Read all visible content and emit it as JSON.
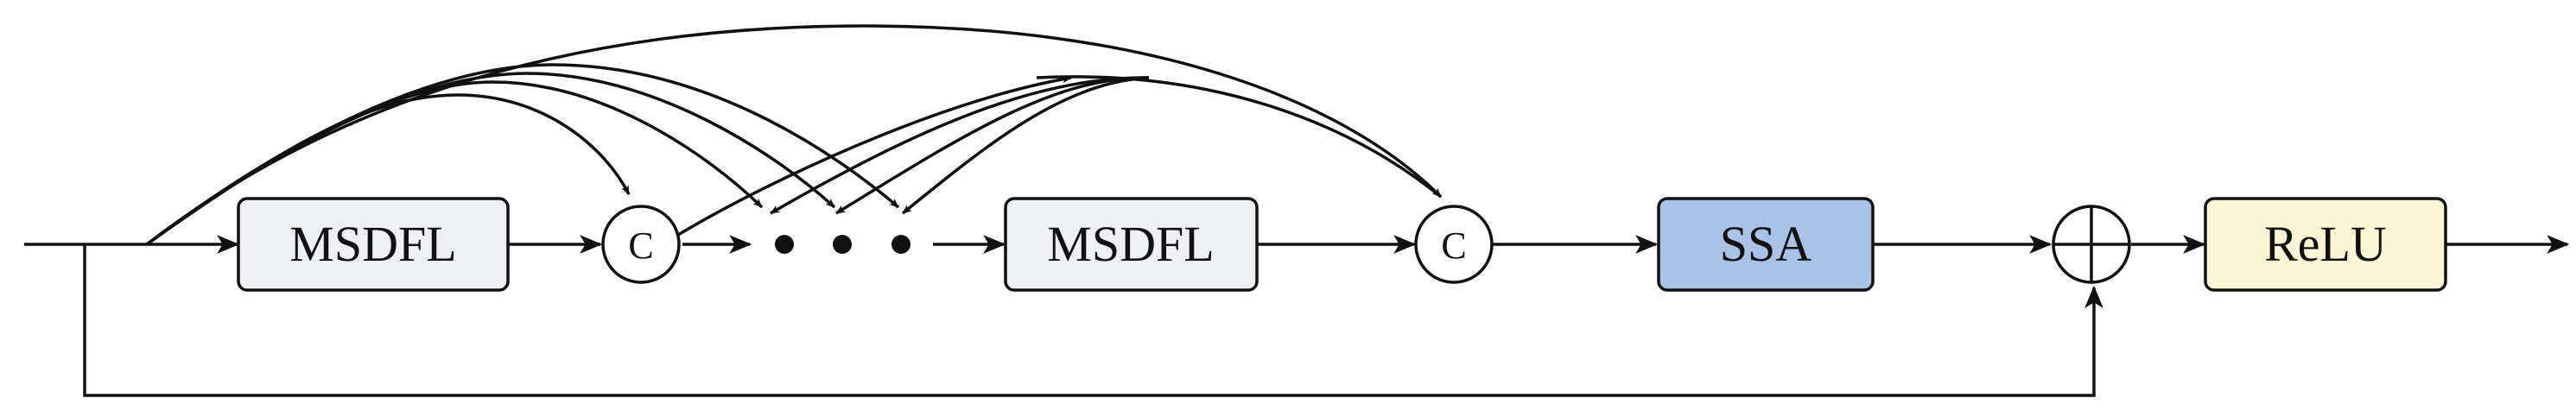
{
  "diagram": {
    "blocks": [
      {
        "id": "msdfl1",
        "label": "MSDFL",
        "fill": "#eef0f3"
      },
      {
        "id": "msdfl2",
        "label": "MSDFL",
        "fill": "#eef0f3"
      },
      {
        "id": "ssa",
        "label": "SSA",
        "fill": "#a9c2e6"
      },
      {
        "id": "relu",
        "label": "ReLU",
        "fill": "#fdf6d6"
      }
    ],
    "concat_nodes": [
      {
        "id": "concat1",
        "label": "C"
      },
      {
        "id": "concat2",
        "label": "C"
      }
    ],
    "sum_node": {
      "id": "add",
      "symbol": "⊕"
    },
    "ellipsis": "• • •"
  }
}
